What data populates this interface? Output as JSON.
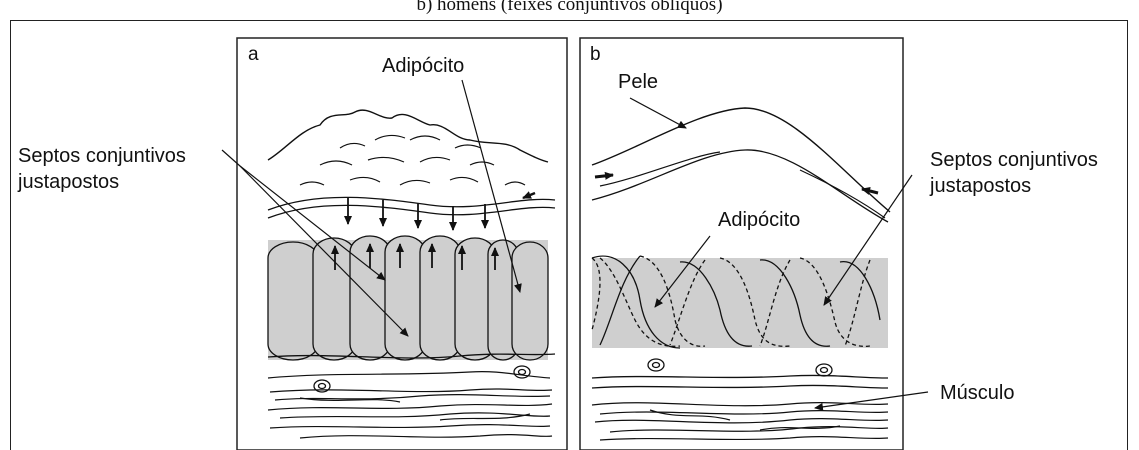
{
  "caption": "b) homens (feixes conjuntivos oblíquos)",
  "panel_a": {
    "letter": "a",
    "label_adipocito": "Adipócito",
    "label_septos_line1": "Septos conjuntivos",
    "label_septos_line2": "justapostos"
  },
  "panel_b": {
    "letter": "b",
    "label_pele": "Pele",
    "label_adipocito": "Adipócito",
    "label_septos_line1": "Septos conjuntivos",
    "label_septos_line2": "justapostos",
    "label_musculo": "Músculo"
  },
  "colors": {
    "cell_fill": "#cfcfcf",
    "line": "#111111"
  }
}
